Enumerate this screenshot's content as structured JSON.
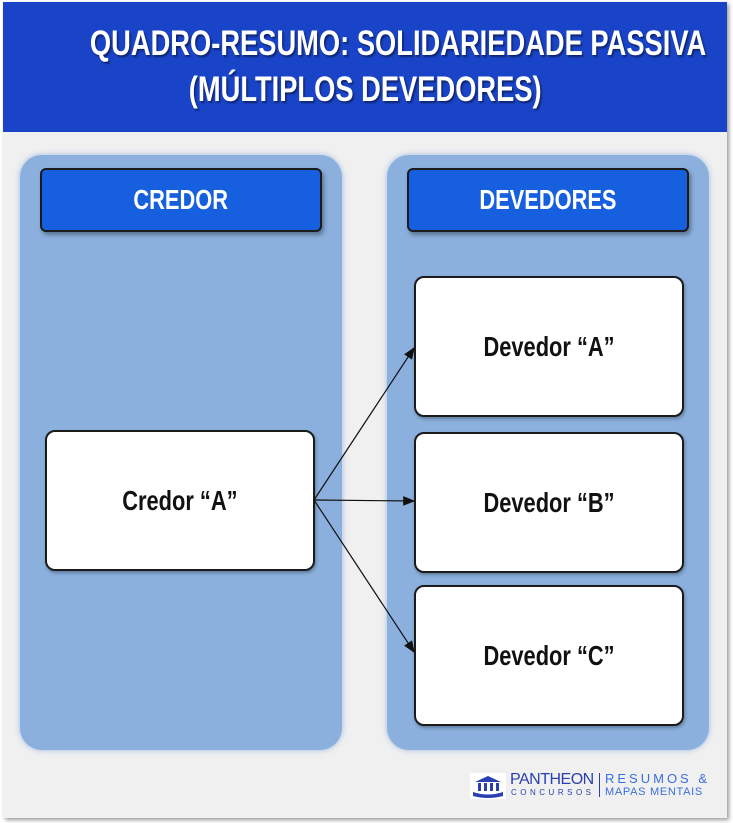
{
  "title": {
    "line1": "QUADRO-RESUMO: SOLIDARIEDADE PASSIVA",
    "line2": "(MÚLTIPLOS DEVEDORES)"
  },
  "columns": {
    "left": {
      "header": "CREDOR",
      "items": [
        "Credor “A”"
      ]
    },
    "right": {
      "header": "DEVEDORES",
      "items": [
        "Devedor “A”",
        "Devedor “B”",
        "Devedor “C”"
      ]
    }
  },
  "logo": {
    "brand": "PANTHEON",
    "sub": "CONCURSOS",
    "tag1": "RESUMOS &",
    "tag2": "MAPAS MENTAIS"
  },
  "colors": {
    "header": "#1a44c8",
    "column": "#8bb0dd",
    "colhead": "#1660e0"
  }
}
